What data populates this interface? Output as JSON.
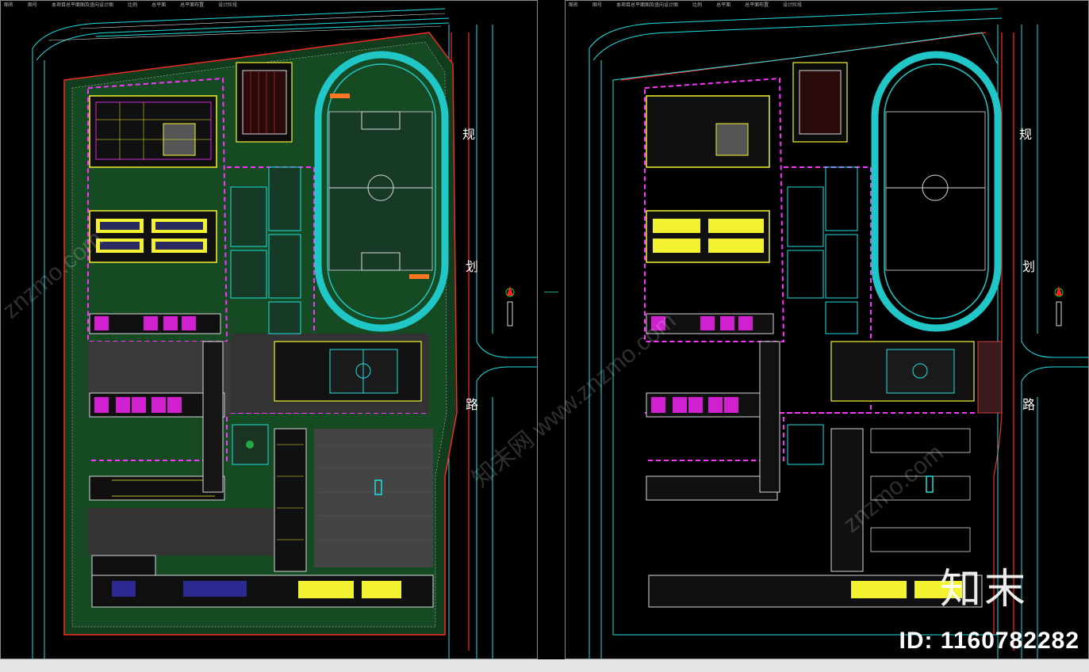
{
  "viewer": {
    "left_header": [
      "图名",
      "图号",
      "本项目总平面图及竖向设计图",
      "比例",
      "总平面",
      "总平面布置",
      "设计阶段"
    ],
    "right_header": [
      "图名",
      "图号",
      "本项目总平面图及竖向设计图",
      "比例",
      "总平面",
      "总平面布置",
      "设计阶段"
    ]
  },
  "road_label": {
    "chars": [
      "规",
      "划",
      "路"
    ]
  },
  "watermark": {
    "logo_text": "知末",
    "id_text": "ID: 1160782282",
    "site_text": "znzmo.com",
    "site_text_cn": "知末网 www.znzmo.com"
  },
  "colors": {
    "background": "#000000",
    "track": "#21c6c6",
    "fence": "#ff2a2a",
    "path_dash": "#ff33ff",
    "building_outline": "#f2f230",
    "grass_green": "#1a5c2a",
    "road_line": "#1fe0e0",
    "bottom_bar": "#e6e6e6"
  }
}
